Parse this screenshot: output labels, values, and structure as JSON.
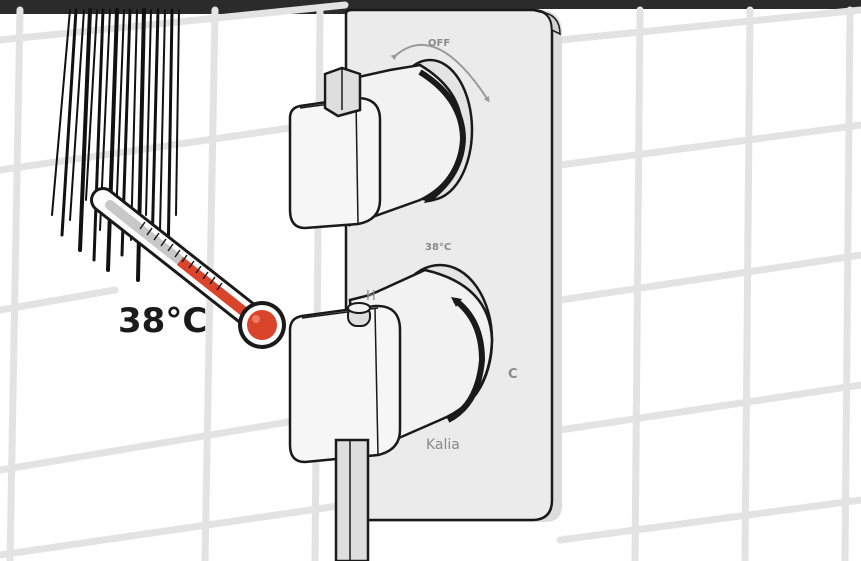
{
  "temperature_callout": "38°C",
  "plate_labels": {
    "off": "OFF",
    "temp_mark": "38°C",
    "hot": "H",
    "cold": "C",
    "brand": "Kalia"
  },
  "colors": {
    "thermometer_red": "#d9442b",
    "plate_fill": "#ebebeb",
    "tile_grout": "#e3e3e3",
    "outline": "#1a1a1a",
    "top_bar": "#2b2b2b"
  },
  "icons": {
    "rotate_arrow_top": "curved-arrow-clockwise-icon",
    "rotate_arrow_bottom": "curved-arrow-counterclockwise-icon",
    "off_arrows": "double-curved-arrow-icon",
    "thermometer": "thermometer-icon",
    "water": "water-stream-icon"
  }
}
